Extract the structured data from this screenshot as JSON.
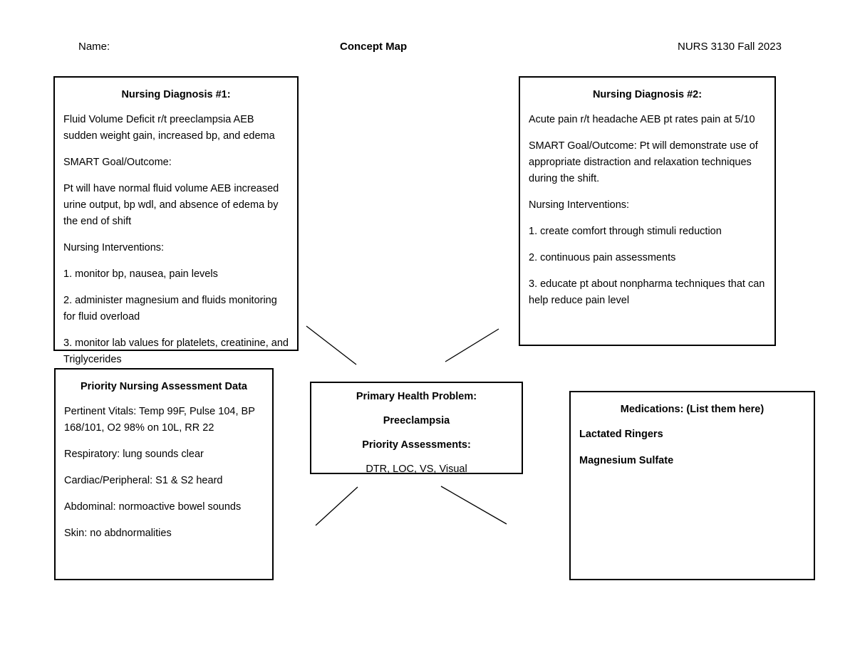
{
  "header": {
    "name_label": "Name:",
    "title": "Concept Map",
    "course": "NURS 3130 Fall 2023"
  },
  "diagnosis_1": {
    "title": "Nursing Diagnosis #1:",
    "statement": "Fluid Volume Deficit r/t preeclampsia AEB sudden weight gain, increased bp, and edema",
    "goal_label": "SMART Goal/Outcome:",
    "goal_text": "Pt will have normal fluid volume AEB increased urine output, bp wdl, and absence of edema by the end of shift",
    "interventions_label": "Nursing Interventions:",
    "intervention_1": "1. monitor bp, nausea, pain levels",
    "intervention_2": "2. administer magnesium and fluids monitoring for fluid overload",
    "intervention_3": "3. monitor lab values for platelets, creatinine, and Triglycerides"
  },
  "diagnosis_2": {
    "title": "Nursing Diagnosis #2:",
    "statement": "Acute pain r/t headache AEB pt rates pain at 5/10",
    "goal_text": "SMART Goal/Outcome: Pt will demonstrate use of appropriate distraction and relaxation techniques during the shift.",
    "interventions_label": "Nursing Interventions:",
    "intervention_1": "1. create comfort through stimuli reduction",
    "intervention_2": "2. continuous pain assessments",
    "intervention_3": "3. educate pt about nonpharma techniques that can help reduce pain level"
  },
  "assessment": {
    "title": "Priority Nursing Assessment Data",
    "vitals": "Pertinent Vitals: Temp 99F, Pulse 104, BP 168/101, O2 98% on 10L, RR 22",
    "respiratory": "Respiratory: lung sounds clear",
    "cardiac": "Cardiac/Peripheral: S1 & S2 heard",
    "abdominal": "Abdominal: normoactive bowel sounds",
    "skin": "Skin: no abdnormalities"
  },
  "primary_problem": {
    "problem_label": "Primary Health Problem:",
    "problem_value": "Preeclampsia",
    "assessments_label": "Priority Assessments:",
    "assessments_value": "DTR, LOC, VS, Visual"
  },
  "medications": {
    "title": "Medications: (List them here)",
    "med_1": "Lactated Ringers",
    "med_2": "Magnesium Sulfate"
  },
  "style": {
    "border_color": "#000000",
    "text_color": "#000000",
    "page_background": "#ffffff",
    "connector_color": "#000000"
  }
}
